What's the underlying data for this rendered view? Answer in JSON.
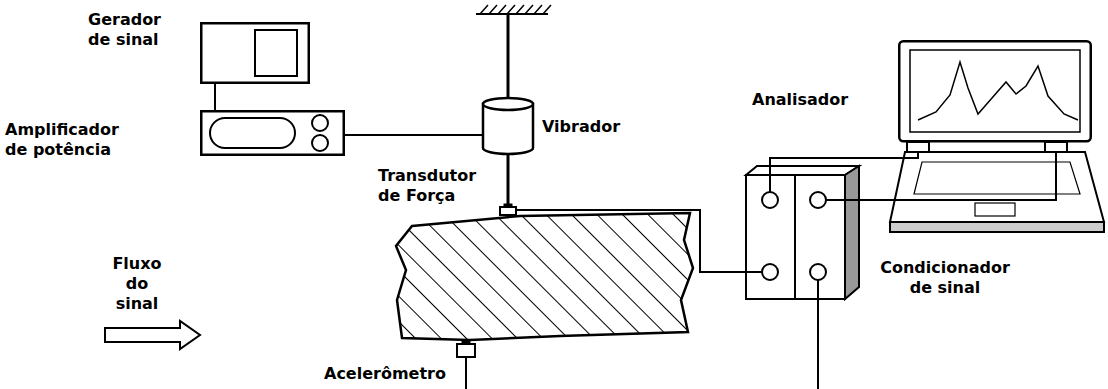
{
  "diagram": {
    "nodes": [
      {
        "text": [
          "Gerador de sinal"
        ]
      },
      {
        "text": [
          "Amplificador de potência"
        ]
      },
      {
        "text": [
          "Vibrador"
        ]
      },
      {
        "text": [
          "Transdutor de Força"
        ]
      },
      {
        "text": [
          "Analisador"
        ]
      },
      {
        "text": [
          "Condicionador de sinal"
        ]
      },
      {
        "text": [
          "Acelerômetro"
        ]
      }
    ],
    "edges": [
      {
        "from": 0,
        "to": 1,
        "arrow": "none"
      },
      {
        "from": 1,
        "to": 2,
        "arrow": "none"
      },
      {
        "from": 2,
        "to": 3,
        "arrow": "none"
      },
      {
        "from": 3,
        "to": 5,
        "arrow": "none"
      },
      {
        "from": 5,
        "to": 4,
        "arrow": "none"
      },
      {
        "from": 5,
        "to": 4,
        "arrow": "none"
      }
    ],
    "labels": [
      "Fluxo do sinal"
    ]
  }
}
